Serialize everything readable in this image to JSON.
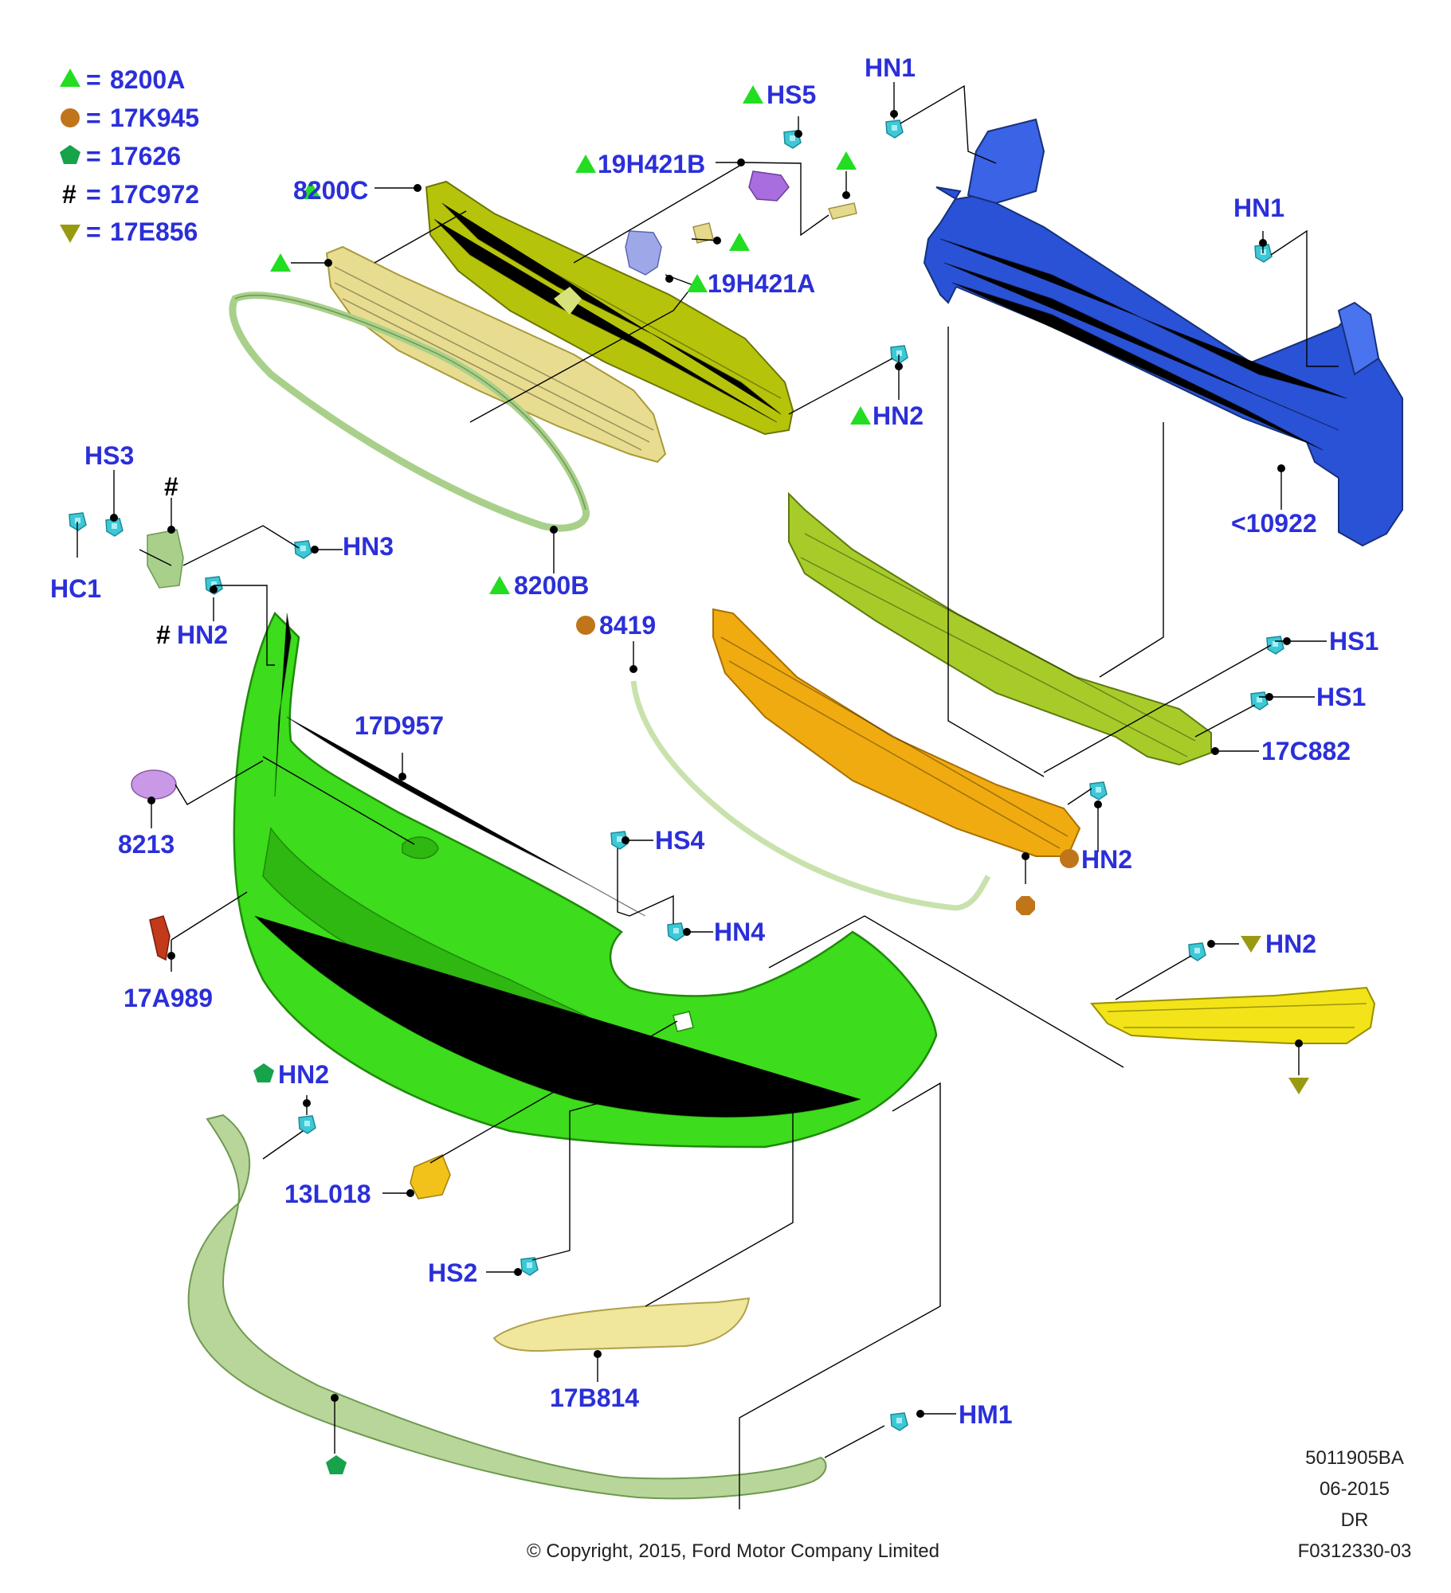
{
  "legend": [
    {
      "symbol": "triangle-up",
      "color": "#22dd22",
      "sep": "=",
      "code": "8200A"
    },
    {
      "symbol": "circle",
      "color": "#c0751a",
      "sep": "=",
      "code": "17K945"
    },
    {
      "symbol": "pentagon",
      "color": "#16a34a",
      "sep": "=",
      "code": "17626"
    },
    {
      "symbol": "hash",
      "color": "#000000",
      "sep": "=",
      "code": "17C972"
    },
    {
      "symbol": "triangle-down",
      "color": "#9a9a12",
      "sep": "=",
      "code": "17E856"
    }
  ],
  "callouts": {
    "hs5": "HS5",
    "hn1_top": "HN1",
    "hn1_right": "HN1",
    "p19h421b": "19H421B",
    "p8200c": "8200C",
    "p19h421a": "19H421A",
    "hn2_grille": "HN2",
    "p10922": "<10922",
    "hs3": "HS3",
    "hash_mark": "#",
    "hn3": "HN3",
    "hc1": "HC1",
    "hn2_hash": "HN2",
    "p8200b": "8200B",
    "p8419": "8419",
    "hs1_a": "HS1",
    "hs1_b": "HS1",
    "p17c882": "17C882",
    "p17d957": "17D957",
    "p8213": "8213",
    "hs4": "HS4",
    "hn2_circle": "HN2",
    "hn4": "HN4",
    "hn2_tri_down": "HN2",
    "p17a989": "17A989",
    "hn2_pent": "HN2",
    "p13l018": "13L018",
    "hs2": "HS2",
    "p17b814": "17B814",
    "hm1": "HM1"
  },
  "colors": {
    "callout_text": "#2b2fd9",
    "bumper_cover": "#3ddc1c",
    "reinforcement": "#2a52d6",
    "upper_grille": "#b5c40a",
    "grille_insert": "#e8dc90",
    "lower_grille": "#f0ab10",
    "absorber": "#a7cc2a",
    "skid_plate": "#b8d69a",
    "side_bracket": "#f2e418",
    "clip": "#3ec8d6"
  },
  "info": {
    "code": "5011905BA",
    "date": "06-2015",
    "dr": "DR",
    "ref": "F0312330-03",
    "copyright": "© Copyright, 2015, Ford Motor Company Limited"
  }
}
